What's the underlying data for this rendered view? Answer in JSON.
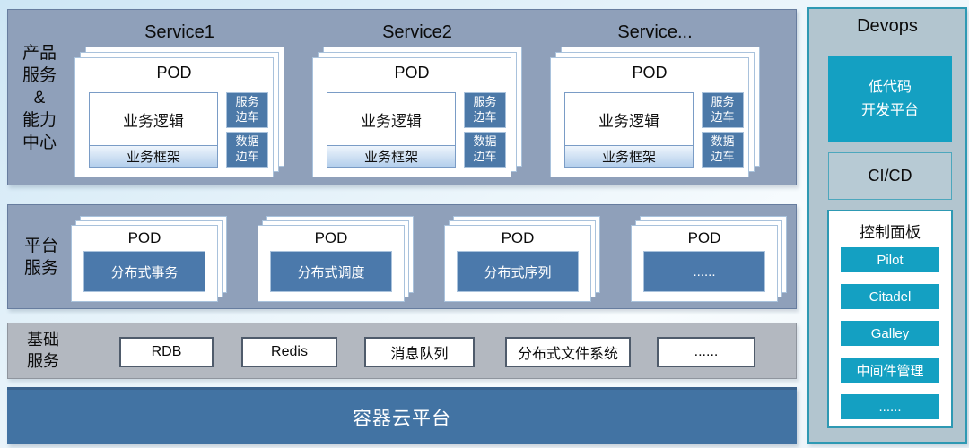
{
  "colors": {
    "band_blue_bg": "#8fa0ba",
    "band_gray_bg": "#b3b8c0",
    "steel_blue": "#4c79a8",
    "container_bar_blue": "#4273a3",
    "teal_accent": "#14a0c2",
    "teal_border": "#2e99b3",
    "devops_bg": "#b2c5cf"
  },
  "product_band": {
    "label": "产品\n服务\n&\n能力\n中心",
    "services": [
      {
        "title": "Service1",
        "pod_title": "POD",
        "logic": "业务逻辑",
        "framework": "业务框架",
        "sidecar_top": "服务\n边车",
        "sidecar_bottom": "数据\n边车"
      },
      {
        "title": "Service2",
        "pod_title": "POD",
        "logic": "业务逻辑",
        "framework": "业务框架",
        "sidecar_top": "服务\n边车",
        "sidecar_bottom": "数据\n边车"
      },
      {
        "title": "Service...",
        "pod_title": "POD",
        "logic": "业务逻辑",
        "framework": "业务框架",
        "sidecar_top": "服务\n边车",
        "sidecar_bottom": "数据\n边车"
      }
    ]
  },
  "platform_band": {
    "label": "平台\n服务",
    "pods": [
      {
        "title": "POD",
        "name": "分布式事务"
      },
      {
        "title": "POD",
        "name": "分布式调度"
      },
      {
        "title": "POD",
        "name": "分布式序列"
      },
      {
        "title": "POD",
        "name": "......"
      }
    ]
  },
  "base_band": {
    "label": "基础\n服务",
    "items": [
      "RDB",
      "Redis",
      "消息队列",
      "分布式文件系统",
      "......"
    ]
  },
  "container_bar": {
    "label": "容器云平台"
  },
  "devops": {
    "title": "Devops",
    "low_code_platform": "低代码\n开发平台",
    "cicd": "CI/CD",
    "control_panel": {
      "title": "控制面板",
      "items": [
        "Pilot",
        "Citadel",
        "Galley",
        "中间件管理",
        "......"
      ]
    }
  }
}
